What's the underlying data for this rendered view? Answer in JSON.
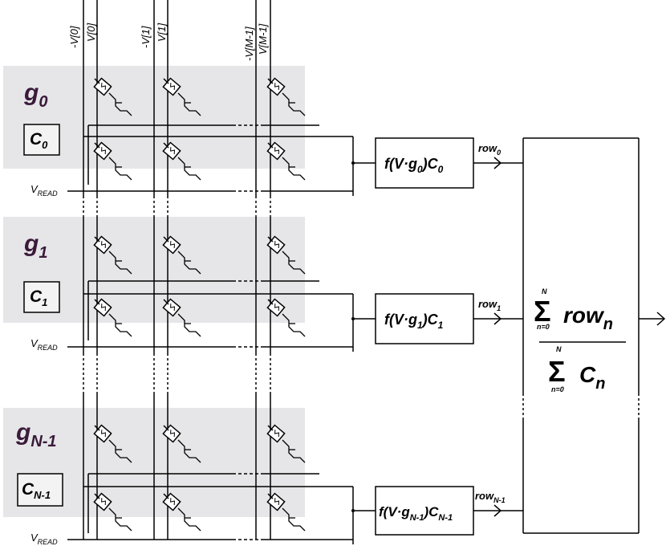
{
  "columns": [
    {
      "neg": "-V[0]",
      "pos": "V[0]"
    },
    {
      "neg": "-V[1]",
      "pos": "V[1]"
    },
    {
      "neg": "-V[M-1]",
      "pos": "V[M-1]"
    }
  ],
  "row_groups": [
    {
      "g": "g",
      "g_sub": "0",
      "c": "C",
      "c_sub": "0",
      "vread": "V",
      "vread_sub": "READ",
      "func": {
        "a": "f(V·g",
        "sub1": "0",
        "b": ")C",
        "sub2": "0"
      },
      "row": "row",
      "row_sub": "0"
    },
    {
      "g": "g",
      "g_sub": "1",
      "c": "C",
      "c_sub": "1",
      "vread": "V",
      "vread_sub": "READ",
      "func": {
        "a": "f(V·g",
        "sub1": "1",
        "b": ")C",
        "sub2": "1"
      },
      "row": "row",
      "row_sub": "1"
    },
    {
      "g": "g",
      "g_sub": "N-1",
      "c": "C",
      "c_sub": "N-1",
      "vread": "V",
      "vread_sub": "READ",
      "func": {
        "a": "f(V·g",
        "sub1": "N-1",
        "b": ")C",
        "sub2": "N-1"
      },
      "row": "row",
      "row_sub": "N-1"
    }
  ],
  "summation": {
    "sigma": "Σ",
    "upper": "N",
    "lower": "n=0",
    "numerator": "row",
    "numerator_sub": "n",
    "denominator": "C",
    "denominator_sub": "n"
  },
  "colors": {
    "panel": "#e6e6e8",
    "line": "#000000",
    "g_label": "#3a1a3a"
  }
}
